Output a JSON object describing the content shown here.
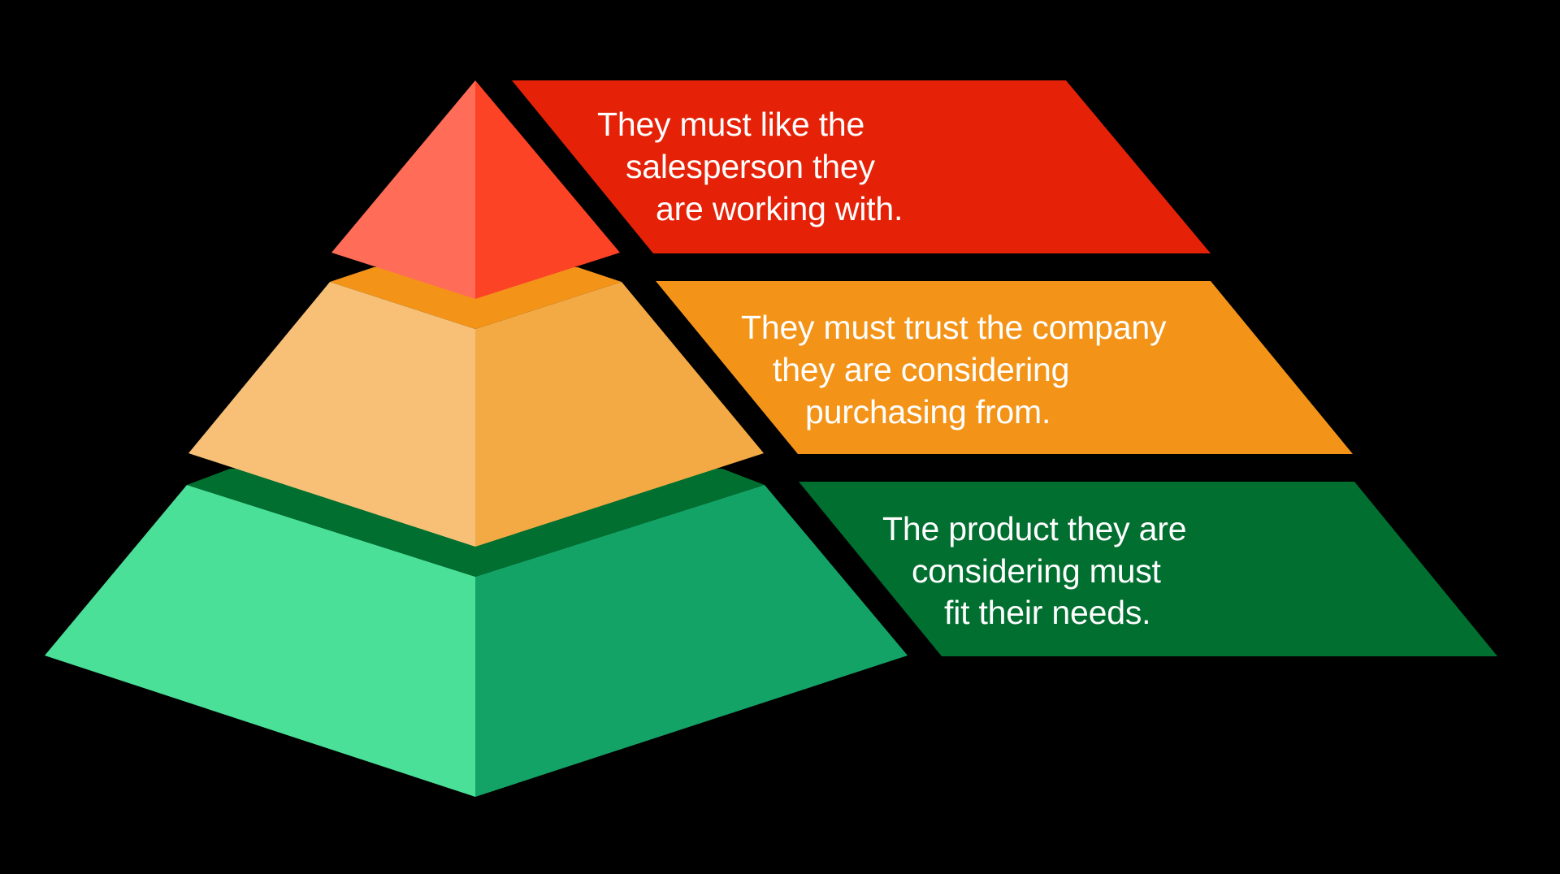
{
  "diagram": {
    "type": "pyramid",
    "background": "#000000",
    "tiers": [
      {
        "level": "top",
        "label_lines": [
          "They must like the",
          "salesperson they",
          "are working with."
        ],
        "colors": {
          "face_left": "#FF6C58",
          "face_right": "#FC4325",
          "banner": "#E52207"
        }
      },
      {
        "level": "middle",
        "label_lines": [
          "They must trust the company",
          "they are considering",
          "purchasing from."
        ],
        "colors": {
          "band": "#F39419",
          "face_left": "#F7C076",
          "face_right": "#F4AA44",
          "banner": "#F39419"
        }
      },
      {
        "level": "bottom",
        "label_lines": [
          "The product they are",
          "considering must",
          "fit their needs."
        ],
        "colors": {
          "band": "#006F2F",
          "face_left": "#4AE098",
          "face_right": "#14A366",
          "banner": "#006F2F"
        }
      }
    ],
    "text_color": "#FFFFFF"
  }
}
